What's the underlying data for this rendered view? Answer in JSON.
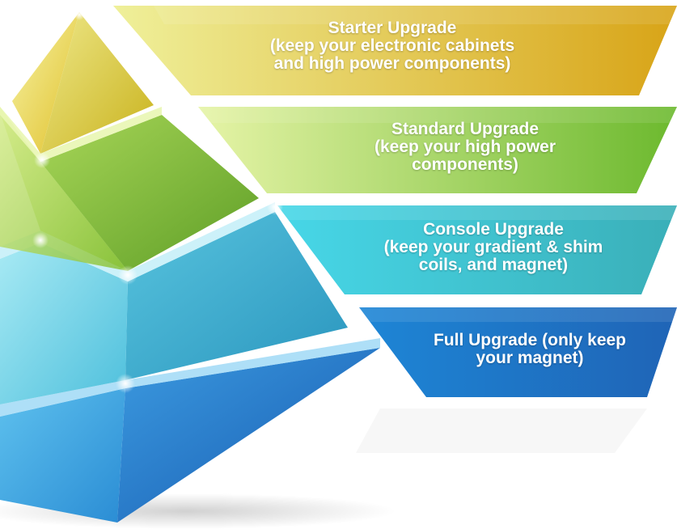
{
  "tiers": [
    {
      "label": "Starter Upgrade\n(keep your electronic cabinets\nand high power components)",
      "color_light": "#EFF09A",
      "color_dark": "#D8A417",
      "pyramid_light": "#F3EE8A",
      "pyramid_dark": "#D7B51D"
    },
    {
      "label": "Standard Upgrade\n(keep your high power\ncomponents)",
      "color_light": "#E6F4A7",
      "color_dark": "#6CB92E",
      "pyramid_light": "#CBE57A",
      "pyramid_dark": "#6FAE2D"
    },
    {
      "label": "Console Upgrade\n(keep your gradient & shim\ncoils, and magnet)",
      "color_light": "#47D7E8",
      "color_dark": "#3AAFB8",
      "pyramid_light": "#8EE3F0",
      "pyramid_dark": "#2EA4C5"
    },
    {
      "label": "Full Upgrade (only keep\nyour magnet)",
      "color_light": "#1E86D6",
      "color_dark": "#1F64B6",
      "pyramid_light": "#49B5EC",
      "pyramid_dark": "#1A6DC4"
    }
  ]
}
